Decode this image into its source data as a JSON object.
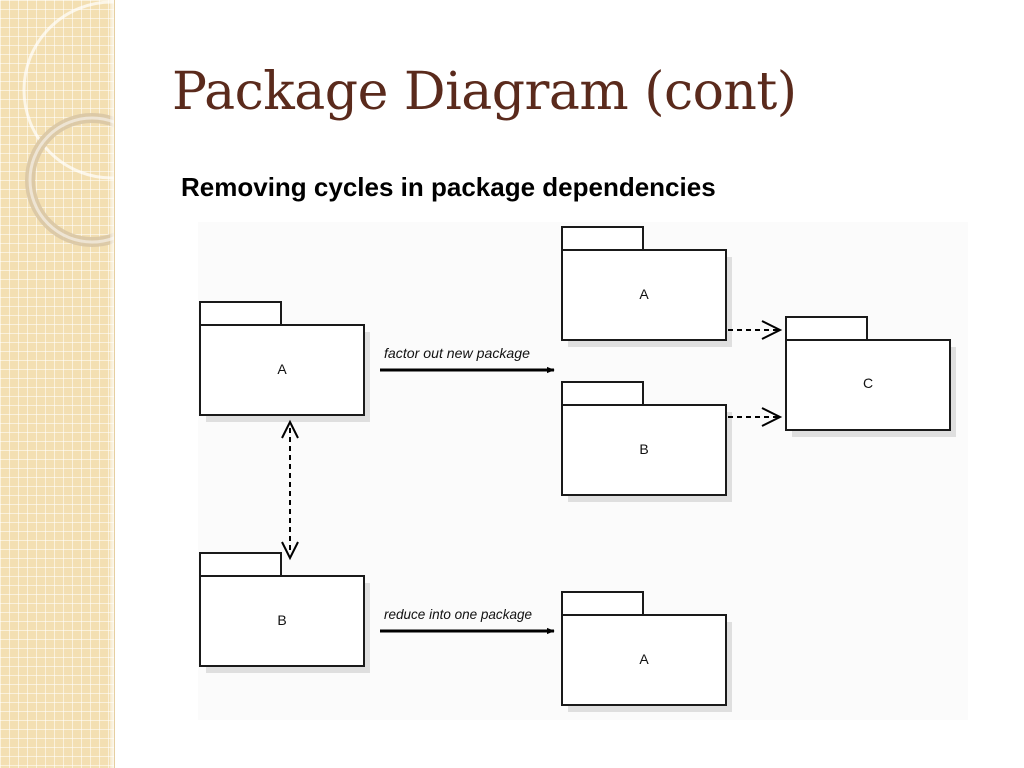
{
  "slide": {
    "title": "Package Diagram (cont)",
    "subtitle": "Removing cycles in package dependencies"
  },
  "diagram": {
    "packages": {
      "left_a": "A",
      "left_b": "B",
      "right_a": "A",
      "right_b": "B",
      "right_c": "C",
      "merged_a": "A"
    },
    "arrows": {
      "factor_out": "factor out new package",
      "reduce": "reduce into one package"
    }
  },
  "colors": {
    "title": "#5a2a1c",
    "side_strip": "#f3dfb2"
  }
}
